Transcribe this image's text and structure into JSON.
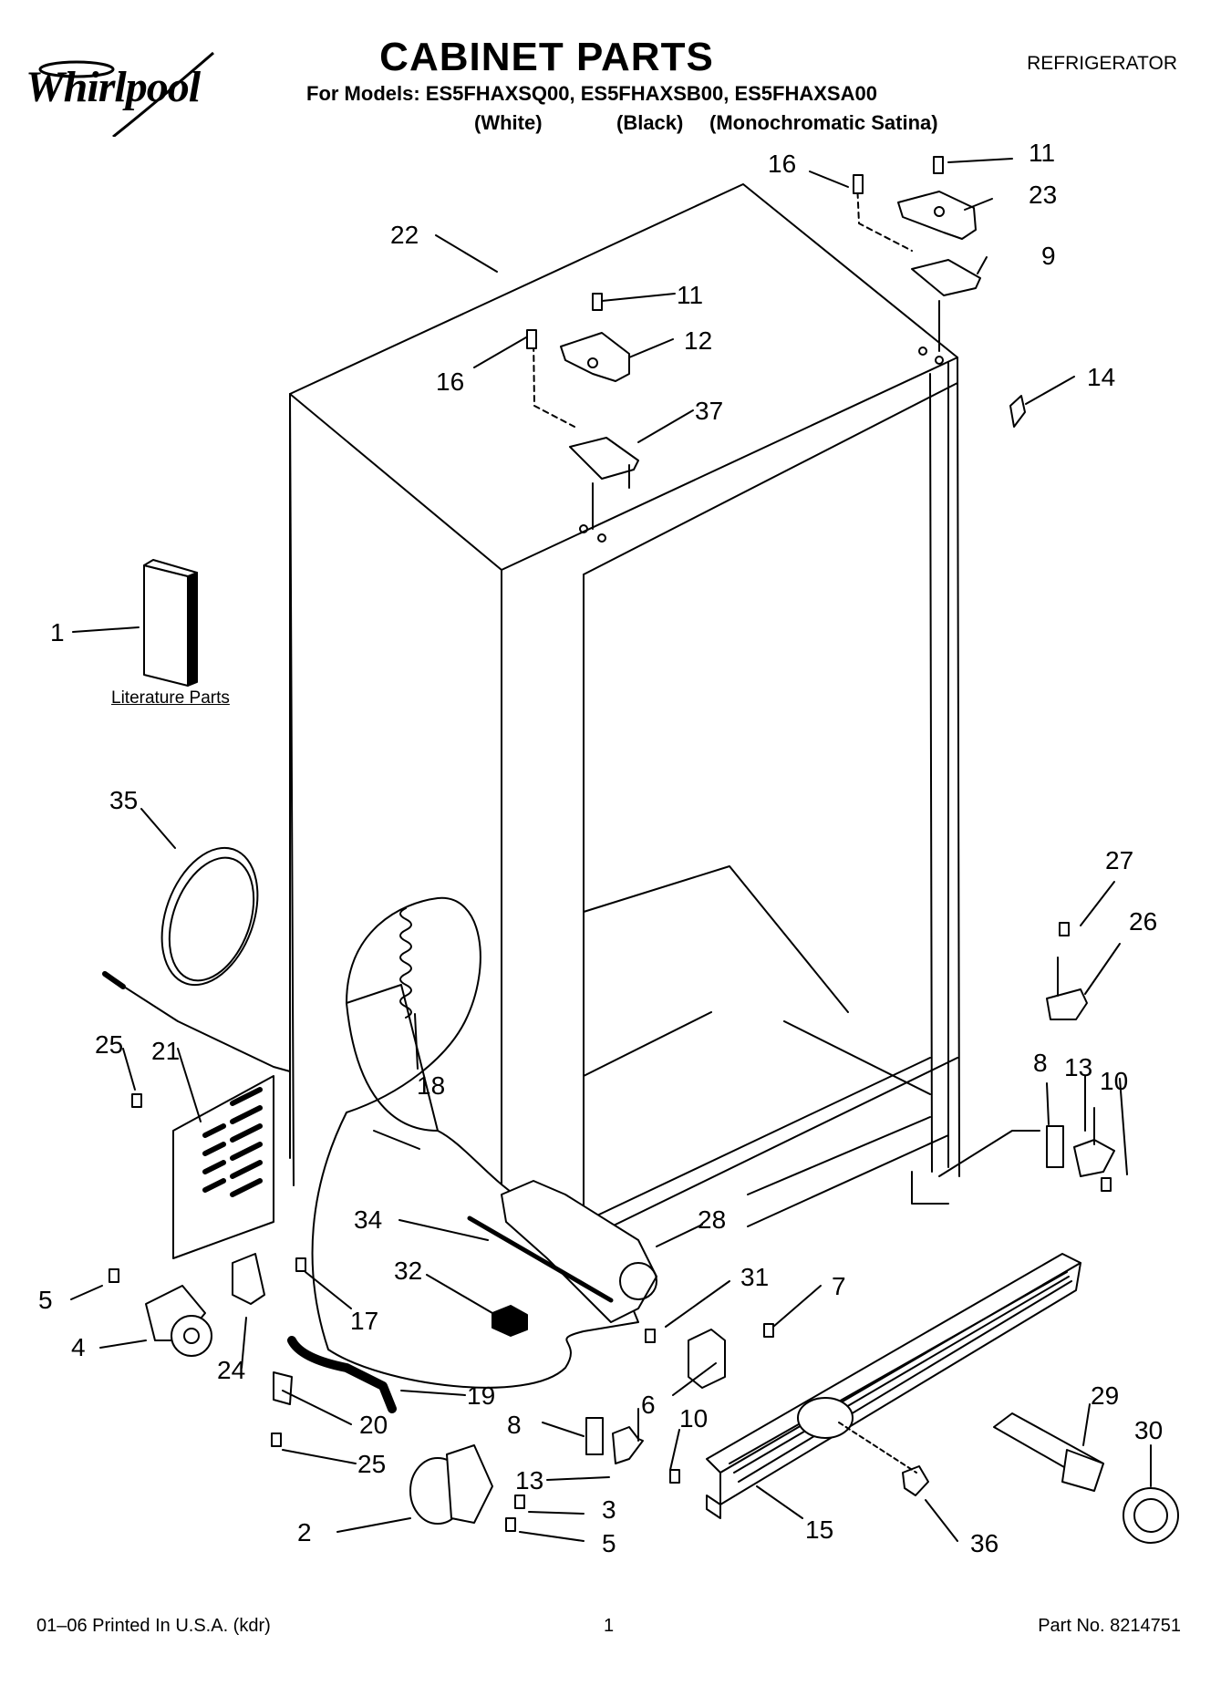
{
  "header": {
    "brand": "Whirlpool",
    "title": "CABINET PARTS",
    "category": "REFRIGERATOR",
    "models_line": "For Models: ES5FHAXSQ00, ES5FHAXSB00, ES5FHAXSA00",
    "colors": [
      "(White)",
      "(Black)",
      "(Monochromatic Satina)"
    ]
  },
  "literature_label": "Literature Parts",
  "footer": {
    "printed": "01–06 Printed In U.S.A. (kdr)",
    "page": "1",
    "part_no": "Part No. 8214751"
  },
  "callouts": [
    {
      "id": "c16a",
      "label": "16"
    },
    {
      "id": "c11a",
      "label": "11"
    },
    {
      "id": "c23",
      "label": "23"
    },
    {
      "id": "c22",
      "label": "22"
    },
    {
      "id": "c9",
      "label": "9"
    },
    {
      "id": "c11b",
      "label": "11"
    },
    {
      "id": "c12",
      "label": "12"
    },
    {
      "id": "c16b",
      "label": "16"
    },
    {
      "id": "c14",
      "label": "14"
    },
    {
      "id": "c37",
      "label": "37"
    },
    {
      "id": "c1",
      "label": "1"
    },
    {
      "id": "c35",
      "label": "35"
    },
    {
      "id": "c27",
      "label": "27"
    },
    {
      "id": "c26",
      "label": "26"
    },
    {
      "id": "c25a",
      "label": "25"
    },
    {
      "id": "c21",
      "label": "21"
    },
    {
      "id": "c18",
      "label": "18"
    },
    {
      "id": "c8a",
      "label": "8"
    },
    {
      "id": "c13a",
      "label": "13"
    },
    {
      "id": "c10a",
      "label": "10"
    },
    {
      "id": "c34",
      "label": "34"
    },
    {
      "id": "c28",
      "label": "28"
    },
    {
      "id": "c32",
      "label": "32"
    },
    {
      "id": "c31",
      "label": "31"
    },
    {
      "id": "c7",
      "label": "7"
    },
    {
      "id": "c5a",
      "label": "5"
    },
    {
      "id": "c17",
      "label": "17"
    },
    {
      "id": "c4",
      "label": "4"
    },
    {
      "id": "c24",
      "label": "24"
    },
    {
      "id": "c19",
      "label": "19"
    },
    {
      "id": "c6",
      "label": "6"
    },
    {
      "id": "c29",
      "label": "29"
    },
    {
      "id": "c20",
      "label": "20"
    },
    {
      "id": "c8b",
      "label": "8"
    },
    {
      "id": "c10b",
      "label": "10"
    },
    {
      "id": "c30",
      "label": "30"
    },
    {
      "id": "c25b",
      "label": "25"
    },
    {
      "id": "c13b",
      "label": "13"
    },
    {
      "id": "c3",
      "label": "3"
    },
    {
      "id": "c2",
      "label": "2"
    },
    {
      "id": "c5b",
      "label": "5"
    },
    {
      "id": "c15",
      "label": "15"
    },
    {
      "id": "c36",
      "label": "36"
    }
  ]
}
